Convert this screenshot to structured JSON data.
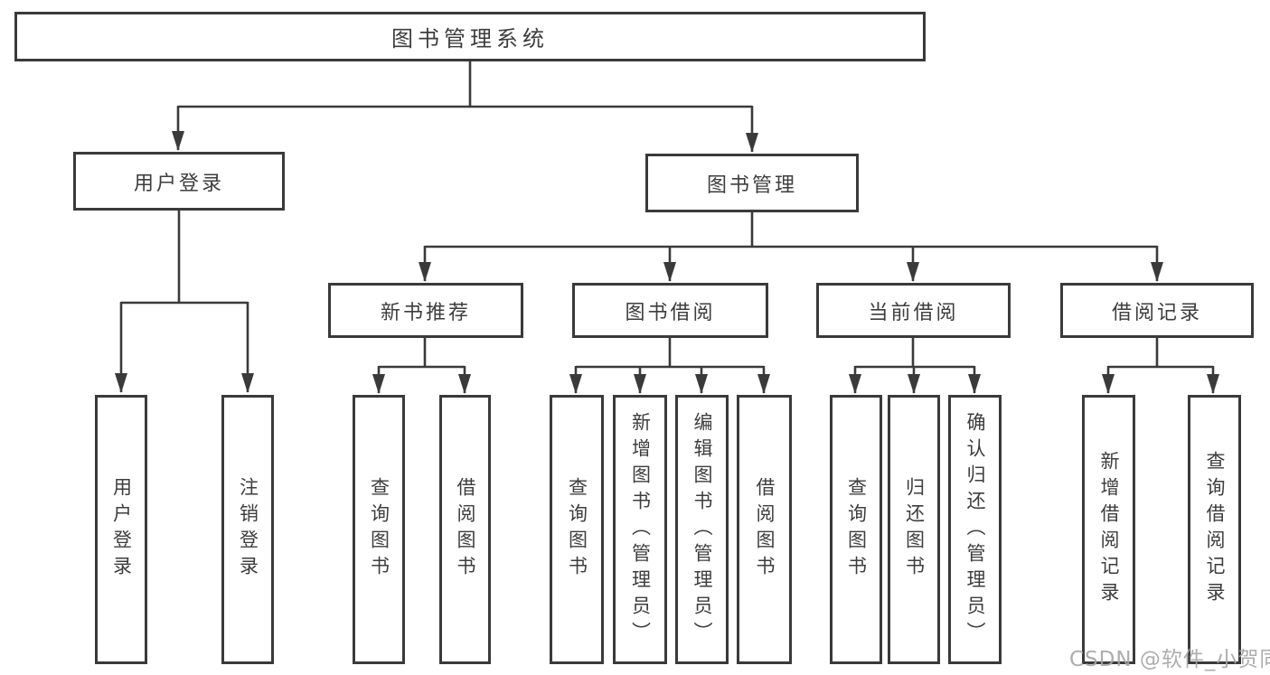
{
  "tree": {
    "label": "图书管理系统",
    "children": [
      {
        "label": "用户登录",
        "children": [
          {
            "label": "用户登录"
          },
          {
            "label": "注销登录"
          }
        ]
      },
      {
        "label": "图书管理",
        "children": [
          {
            "label": "新书推荐",
            "children": [
              {
                "label": "查询图书"
              },
              {
                "label": "借阅图书"
              }
            ]
          },
          {
            "label": "图书借阅",
            "children": [
              {
                "label": "查询图书"
              },
              {
                "label": "新增图书（管理员）"
              },
              {
                "label": "编辑图书（管理员）"
              },
              {
                "label": "借阅图书"
              }
            ]
          },
          {
            "label": "当前借阅",
            "children": [
              {
                "label": "查询图书"
              },
              {
                "label": "归还图书"
              },
              {
                "label": "确认归还（管理员）"
              }
            ]
          },
          {
            "label": "借阅记录",
            "children": [
              {
                "label": "新增借阅记录"
              },
              {
                "label": "查询借阅记录"
              }
            ]
          }
        ]
      }
    ]
  },
  "watermark": "CSDN @软件_小贺同学",
  "colors": {
    "background": "#ffffff",
    "line": "#3a3a3a",
    "box_border": "#3a3a3a",
    "text": "#3d3d3d",
    "watermark": "#a4a4a4"
  }
}
